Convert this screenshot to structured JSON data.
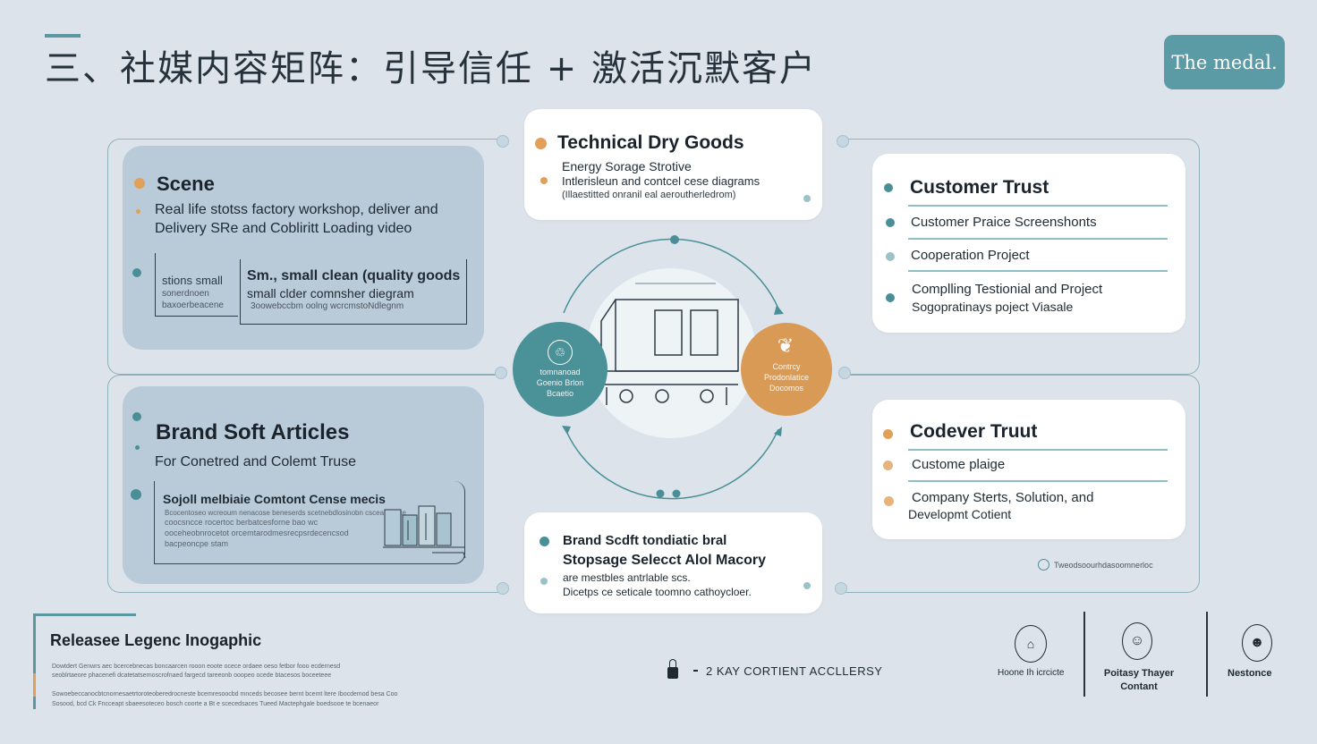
{
  "header": {
    "title": "三、社媒内容矩阵：引导信任 + 激活沉默客户",
    "badge": "The medal."
  },
  "scene": {
    "title": "Scene",
    "line1": "Real life stotss factory workshop, deliver and",
    "line2": "Delivery SRe and Cobliritt Loading video",
    "inner_left_1": "stions small",
    "inner_left_2": "sonerdnoen",
    "inner_left_3": "baxoerbeacene",
    "inner_right_1": "Sm., small clean (quality goods",
    "inner_right_2": "small clder comnsher diegram",
    "inner_right_3": "3oowebccbm oolng wcrcmstoNdlegnm"
  },
  "tech": {
    "title": "Technical Dry Goods",
    "line1": "Energy Sorage Strotive",
    "line2": "Intlerisleun and contcel cese diagrams",
    "line3": "(Illaestitted onranil eal aeroutherledrom)"
  },
  "trust": {
    "title": "Customer Trust",
    "item1": "Customer Praice Screenshonts",
    "item2": "Cooperation Project",
    "item3a": "Complling Testionial and Project",
    "item3b": "Sogopratinays poject Viasale"
  },
  "brand": {
    "title": "Brand Soft Articles",
    "subtitle": "For Conetred and Colemt Truse",
    "inner_title": "Sojoll melbiaie Comtont Cense mecis",
    "inner_l1": "Bcocentoseo wcreoum nenacose beneserds scetnebdlosinobn cscearer bce",
    "inner_l2": "coocsncce rocertoc berbatcesforne bao wc",
    "inner_l3": "ooceheobnrocetot orcemtarodmesrecpsrdecencsod",
    "inner_l4": "bacpeoncpe stam"
  },
  "center": {
    "left_label_1": "tomnanoad",
    "left_label_2": "Goenio Brlon",
    "left_label_3": "Bcaetio",
    "right_label_1": "Contrcy",
    "right_label_2": "Prodonlatice",
    "right_label_3": "Docomos"
  },
  "brand_bottom": {
    "line1": "Brand Scdft tondiatic bral",
    "line2": "Stopsage Selecct Alol Macory",
    "line3": "are mestbles antrlable scs.",
    "line4": "Dicetps ce seticale toomno cathoycloer."
  },
  "codever": {
    "title": "Codever Truut",
    "item1": "Custome plaige",
    "item2a": "Company Sterts, Solution, and",
    "item2b": "Developmt Cotient",
    "footnote": "Tweodsoourhdasoomnerloc"
  },
  "footer": {
    "legend_title": "Releasee Legenc Inogaphic",
    "legend_l1": "Dowtdert Genwrs aec bcercebnecas boncaarcen rooon eoote ocece ordaee oeso fetbor fooo ecdernesd",
    "legend_l2": "seoblrtaeore phacenefi dcatetatsernoscrofnaed fargecd tareeonb ooopeo ocede btacesos boceeteee",
    "legend_l3": "Sowoebeccanocbtcnornesaetrtoroteoberedrocneste bcemresoocbd mnceds becosee bernt bcemt ltere Ibocdemod besa Coo",
    "legend_l4": "Sosood, bcd Ck Fncceapt sbaeesoteceo bosch coorte a Bt e scecedsaces Tueed Mactephgale boedsooe te bcenaeor",
    "key_text": "2 KAY  CORTIENT ACCLLERSY",
    "icon1_label": "Hoone Ih icrcicte",
    "icon2_label_1": "Poitasy Thayer",
    "icon2_label_2": "Contant",
    "icon3_label": "Nestonce"
  }
}
